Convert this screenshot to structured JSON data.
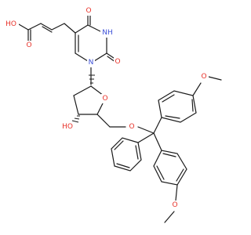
{
  "colors": {
    "bond": "#1a1a1a",
    "oxygen": "#e8322a",
    "nitrogen": "#3b4fd8"
  },
  "atoms": {
    "acid_oh": "HO",
    "acid_o": "O",
    "o4": "O",
    "nh": "NH",
    "o2": "O",
    "n1": "N",
    "ring_o": "O",
    "ho3": "HO",
    "o5": "O",
    "ome_top": "O",
    "ome_bottom": "O"
  }
}
